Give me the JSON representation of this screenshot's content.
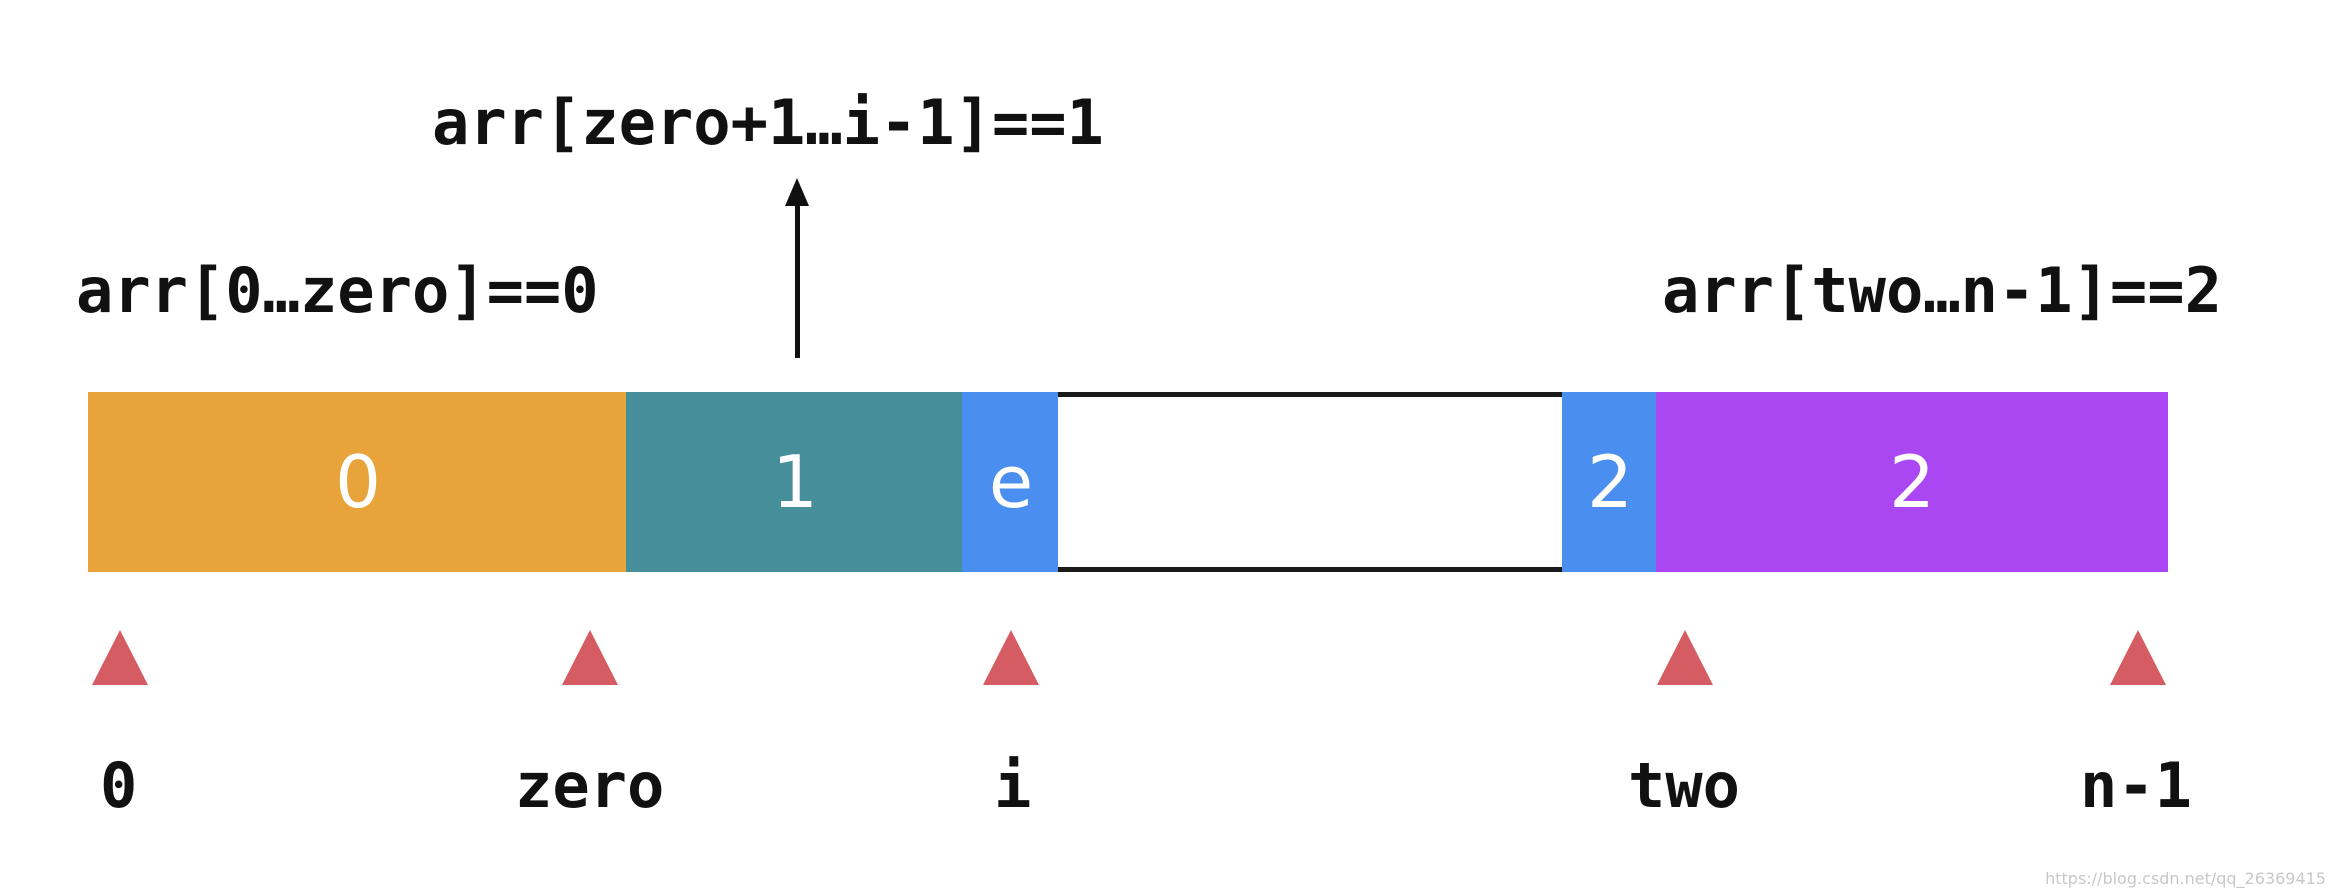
{
  "annotations": {
    "middle_region": "arr[zero+1…i-1]==1",
    "left_region": "arr[0…zero]==0",
    "right_region": "arr[two…n-1]==2"
  },
  "segments": {
    "zeros": {
      "label": "0",
      "color": "#e8a33b"
    },
    "ones": {
      "label": "1",
      "color": "#468e99"
    },
    "current": {
      "label": "e",
      "color": "#4a8ff0"
    },
    "unprocessed": {
      "label": ""
    },
    "two_boundary": {
      "label": "2",
      "color": "#4a8ff0"
    },
    "twos": {
      "label": "2",
      "color": "#aa46f2"
    }
  },
  "indices": {
    "start": "0",
    "zero": "zero",
    "i": "i",
    "two": "two",
    "end": "n-1"
  },
  "marker_color": "#d65c63",
  "watermark": "https://blog.csdn.net/qq_26369415"
}
